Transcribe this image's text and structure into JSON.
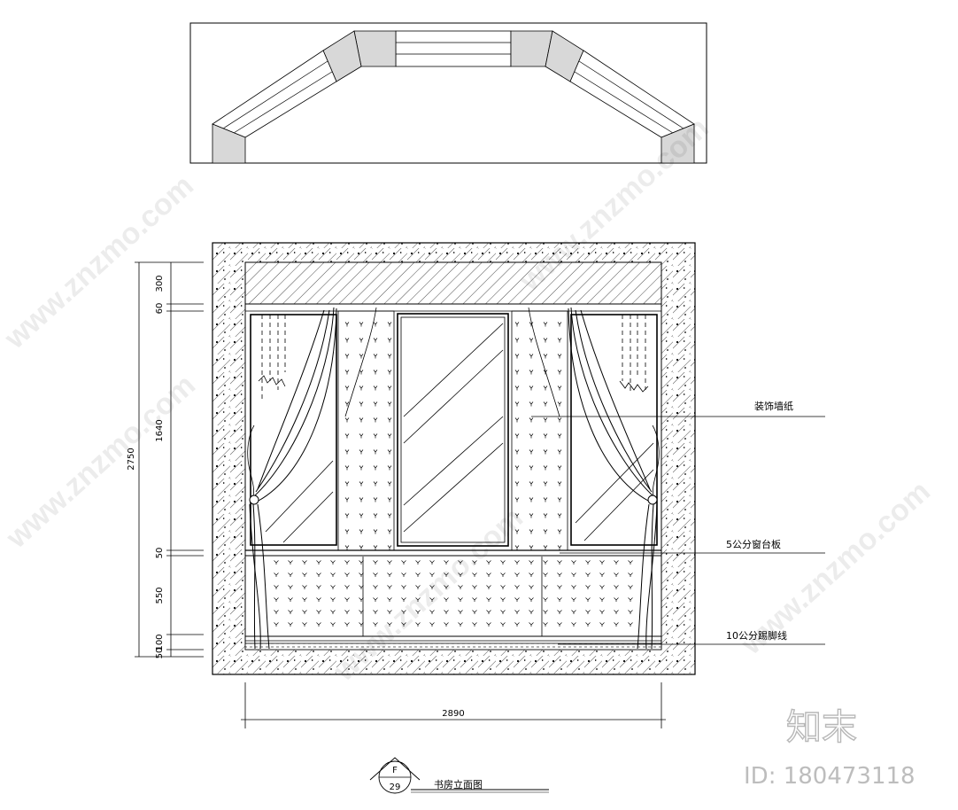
{
  "dimensions": {
    "heights": [
      "300",
      "60",
      "1640",
      "50",
      "550",
      "100",
      "50"
    ],
    "total_height": "2750",
    "total_width": "2890"
  },
  "annotations": {
    "wallpaper": "装饰墙纸",
    "window_sill": "5公分窗台板",
    "skirting": "10公分踢脚线"
  },
  "title_block": {
    "ref_top": "F",
    "ref_bottom": "29",
    "title": "书房立面图"
  },
  "watermark": {
    "site": "www.znzmo.com",
    "brand": "知末",
    "id": "ID: 180473118"
  }
}
